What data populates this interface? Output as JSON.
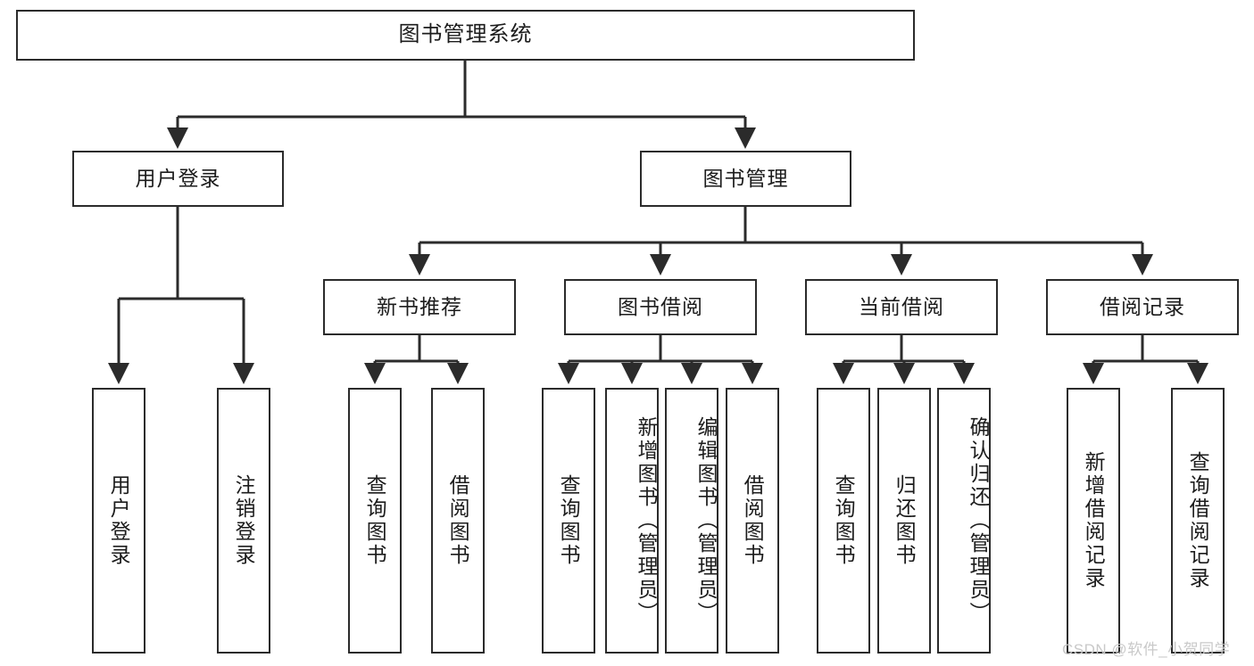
{
  "diagram": {
    "title": "图书管理系统",
    "type": "tree-hierarchy-chart",
    "background": "#ffffff",
    "line_color": "#2b2b2b",
    "text_color": "#1c1c1c"
  },
  "nodes": {
    "root": {
      "label": "图书管理系统"
    },
    "level2": [
      {
        "label": "用户登录"
      },
      {
        "label": "图书管理"
      }
    ],
    "level3": [
      {
        "label": "新书推荐"
      },
      {
        "label": "图书借阅"
      },
      {
        "label": "当前借阅"
      },
      {
        "label": "借阅记录"
      }
    ],
    "leaves_user_login": [
      {
        "label": "用户登录"
      },
      {
        "label": "注销登录"
      }
    ],
    "leaves_new_book": [
      {
        "label": "查询图书"
      },
      {
        "label": "借阅图书"
      }
    ],
    "leaves_book_borrow": [
      {
        "label": "查询图书"
      },
      {
        "label": "新增图书（管理员）"
      },
      {
        "label": "编辑图书（管理员）"
      },
      {
        "label": "借阅图书"
      }
    ],
    "leaves_current_borrow": [
      {
        "label": "查询图书"
      },
      {
        "label": "归还图书"
      },
      {
        "label": "确认归还（管理员）"
      }
    ],
    "leaves_borrow_record": [
      {
        "label": "新增借阅记录"
      },
      {
        "label": "查询借阅记录"
      }
    ]
  },
  "watermark": {
    "text": "CSDN @软件_小贺同学",
    "color": "#c9c9c9"
  }
}
